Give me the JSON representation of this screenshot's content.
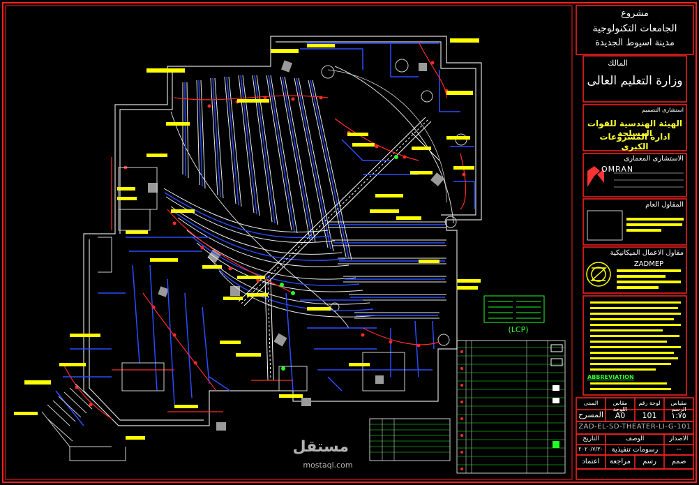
{
  "title_block": {
    "project_label": "مشروع",
    "project_name": "الجامعات التكنولوجية",
    "project_city": "مدينة اسيوط الجديدة",
    "owner_label": "المالك",
    "owner_name": "وزارة التعليم العالى",
    "design_consultant_label": "استشارى التصميم",
    "design_consultant_line1": "الهيئة الهندسية للقوات المسلحة",
    "design_consultant_line2": "ادارة المشروعات الكبرى",
    "architect_label": "الاستشارى المعمارى",
    "architect_logo_text": "OMRAN",
    "contractor_label": "المقاول العام",
    "mep_label": "مقاول الاعمال الميكانيكية",
    "mep_logo_text": "ZADMEP",
    "abbreviation_label": "ABBREVIATION",
    "scale_label": "مقياس الرسم",
    "sheet_no_label": "لوحة رقم",
    "sheet_size_label": "مقاس اللوحة",
    "building_label": "المبنى",
    "scale_value": "١:٧٥",
    "sheet_no_value": "101",
    "sheet_size_value": "A0",
    "building_value": "المسرح",
    "drawing_code": "ZAD-EL-SD-THEATER-LI-G-101",
    "revision_label": "الاصدار",
    "description_label": "الوصف",
    "date_label": "التاريخ",
    "revision_value": "--",
    "description_value": "رسومات تنفيذية",
    "date_value": "٢٠٢٠/٧/٣٠",
    "design_label": "صمم",
    "drawn_label": "رسم",
    "review_label": "مراجعة",
    "approval_label": "اعتماد"
  },
  "plan": {
    "lcp_label": "(LCP)"
  },
  "watermark": {
    "brand_ar": "مستقل",
    "brand_en": "mostaql.com"
  },
  "colors": {
    "frame": "#ff2222",
    "wall": "#e6e6e6",
    "circuit_blue": "#2a4dff",
    "circuit_red": "#ff2a2a",
    "tag_yellow": "#ffff00",
    "legend_green": "#22ff22"
  }
}
